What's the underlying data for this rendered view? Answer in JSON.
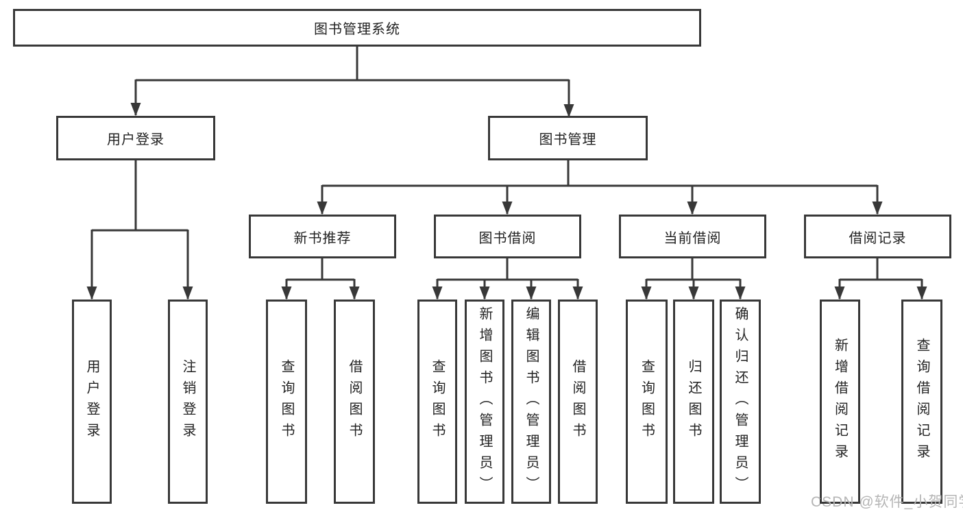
{
  "colors": {
    "line": "#383838",
    "box_border": "#383838",
    "text": "#222222",
    "background": "#ffffff",
    "watermark": "#b5b5b5"
  },
  "watermark": "CSDN @软件_小贺同学",
  "tree": {
    "root": "图书管理系统",
    "children": [
      {
        "label": "用户登录",
        "children": [
          "用户登录",
          "注销登录"
        ]
      },
      {
        "label": "图书管理",
        "children": [
          {
            "label": "新书推荐",
            "children": [
              "查询图书",
              "借阅图书"
            ]
          },
          {
            "label": "图书借阅",
            "children": [
              "查询图书",
              "新增图书（管理员）",
              "编辑图书（管理员）",
              "借阅图书"
            ]
          },
          {
            "label": "当前借阅",
            "children": [
              "查询图书",
              "归还图书",
              "确认归还（管理员）"
            ]
          },
          {
            "label": "借阅记录",
            "children": [
              "新增借阅记录",
              "查询借阅记录"
            ]
          }
        ]
      }
    ]
  }
}
